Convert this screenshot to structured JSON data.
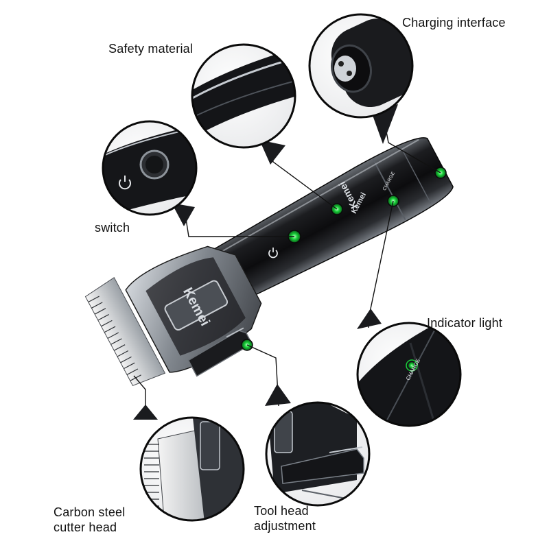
{
  "labels": {
    "charging_interface": "Charging interface",
    "safety_material": "Safety material",
    "switch": "switch",
    "indicator_light": "Indicator light",
    "carbon_steel_line1": "Carbon steel",
    "carbon_steel_line2": "cutter head",
    "tool_head_line1": "Tool head",
    "tool_head_line2": "adjustment"
  },
  "product": {
    "brand": "Kemei",
    "charge_text": "CHARGE"
  },
  "colors": {
    "background": "#ffffff",
    "body_dark": "#1a1b1e",
    "chrome": "#8f959c",
    "indicator_green": "#19d13a",
    "callout_line": "#111111"
  }
}
